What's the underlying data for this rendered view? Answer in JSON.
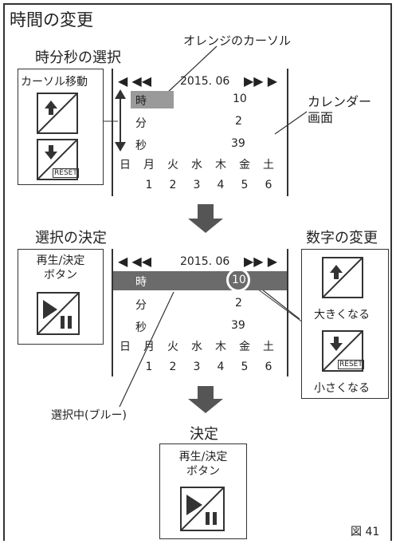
{
  "title": "時間の変更",
  "figure_label": "図 41",
  "section1": {
    "heading": "時分秒の選択",
    "cursor_label": "オレンジのカーソル",
    "cursor_move_label": "カーソル移動",
    "calendar_label": "カレンダー\n画面",
    "reset_label": "RESET"
  },
  "section2": {
    "heading": "選択の決定",
    "play_label": "再生/決定\nボタン",
    "selected_label": "選択中(ブルー)",
    "digit_heading": "数字の変更",
    "bigger_label": "大きくなる",
    "smaller_label": "小さくなる",
    "reset_label": "RESET"
  },
  "section3": {
    "heading": "決定",
    "play_label": "再生/決定\nボタン"
  },
  "calendar": {
    "month": "2015. 06",
    "rows": [
      {
        "label": "時",
        "value": "10"
      },
      {
        "label": "分",
        "value": "2"
      },
      {
        "label": "秒",
        "value": "39"
      }
    ],
    "weekdays": [
      "日",
      "月",
      "火",
      "水",
      "木",
      "金",
      "土"
    ],
    "days": [
      "1",
      "2",
      "3",
      "4",
      "5",
      "6"
    ]
  },
  "colors": {
    "orange_cursor": "#9a9a9a",
    "blue_selection": "#6b6b6b",
    "line": "#333333"
  }
}
